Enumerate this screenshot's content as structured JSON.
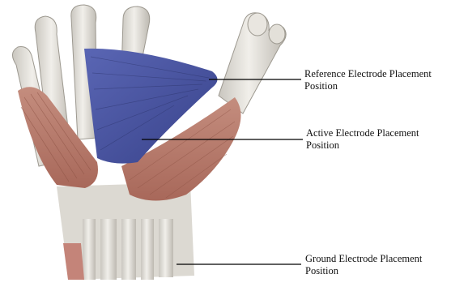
{
  "annotations": {
    "reference": {
      "line1": "Reference Electrode Placement",
      "line2": "Position"
    },
    "active": {
      "line1": "Active Electrode Placement",
      "line2": "Position"
    },
    "ground": {
      "line1": "Ground Electrode Placement",
      "line2": "Position"
    }
  },
  "colors": {
    "bone": "#e8e6e1",
    "bone_shadow": "#b9b6ae",
    "muscle_blue": "#4a55a0",
    "muscle_red": "#b97f70",
    "leader_line": "#000000"
  }
}
